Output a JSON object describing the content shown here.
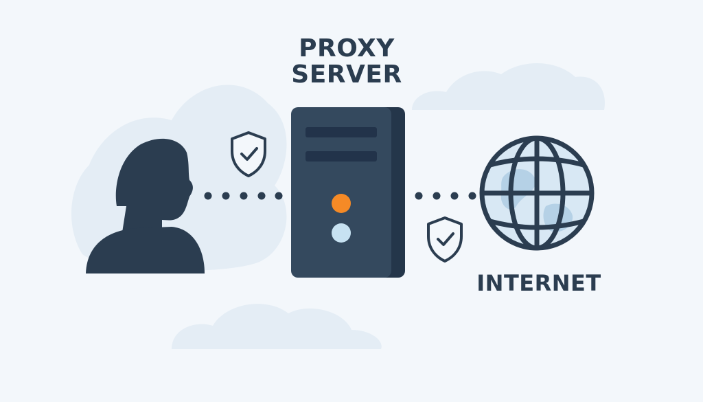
{
  "diagram": {
    "proxy_label_line1": "PROXY",
    "proxy_label_line2": "SERVER",
    "internet_label": "INTERNET"
  },
  "nodes": [
    {
      "id": "user",
      "icon": "user-silhouette-icon"
    },
    {
      "id": "proxy",
      "icon": "server-tower-icon"
    },
    {
      "id": "internet",
      "icon": "globe-icon"
    }
  ],
  "connections": [
    {
      "from": "user",
      "to": "proxy",
      "style": "dotted",
      "secured": true
    },
    {
      "from": "proxy",
      "to": "internet",
      "style": "dotted",
      "secured": true
    }
  ],
  "colors": {
    "background": "#f3f7fb",
    "cloud": "#e4edf5",
    "dark": "#2b3d50",
    "server_body": "#34495e",
    "server_side": "#24364a",
    "led_orange": "#f58a26",
    "led_blue": "#c7e2f2",
    "globe_fill": "#d8e8f4"
  }
}
